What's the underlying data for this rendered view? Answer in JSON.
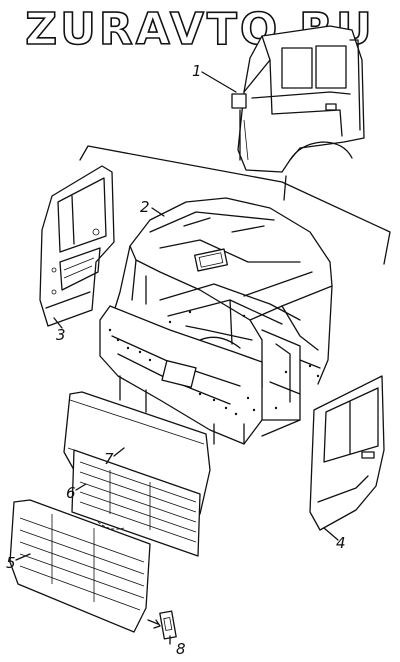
{
  "watermark": "ZURAVTO.RU",
  "callouts": [
    {
      "id": "part-1",
      "label": "1"
    },
    {
      "id": "part-2",
      "label": "2"
    },
    {
      "id": "part-3",
      "label": "3"
    },
    {
      "id": "part-4",
      "label": "4"
    },
    {
      "id": "part-5",
      "label": "5"
    },
    {
      "id": "part-6",
      "label": "6"
    },
    {
      "id": "part-7",
      "label": "7"
    },
    {
      "id": "part-8",
      "label": "8"
    }
  ]
}
